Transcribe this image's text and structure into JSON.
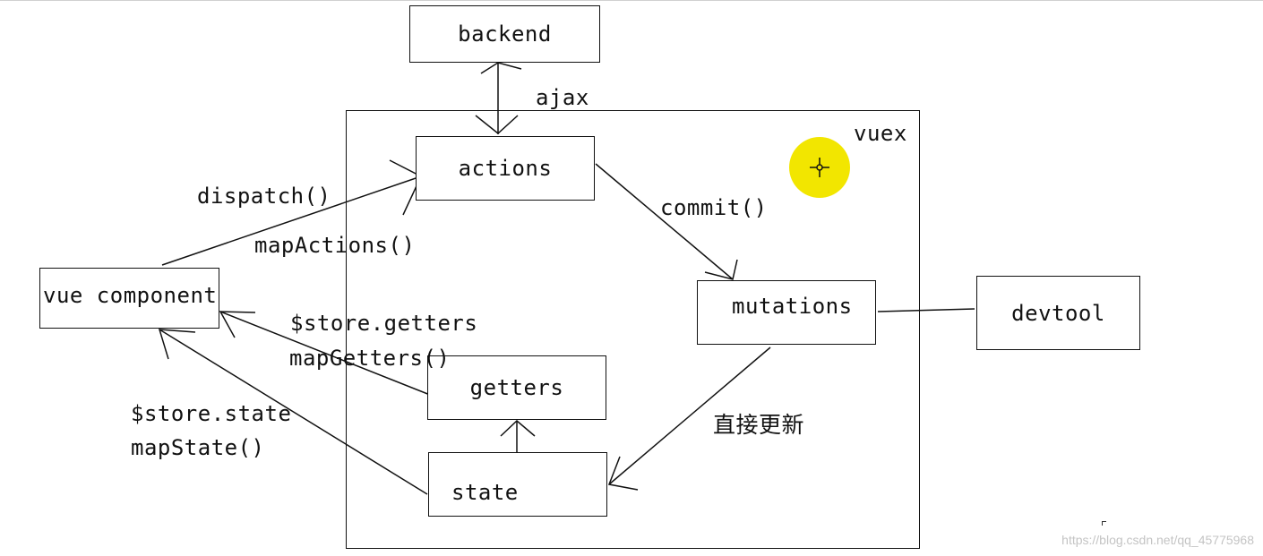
{
  "diagram": {
    "container_label": "vuex",
    "nodes": {
      "backend": "backend",
      "actions": "actions",
      "mutations": "mutations",
      "getters": "getters",
      "state": "state",
      "vue_component": "vue component",
      "devtool": "devtool"
    },
    "edge_labels": {
      "ajax": "ajax",
      "dispatch": "dispatch()",
      "map_actions": "mapActions()",
      "commit": "commit()",
      "store_getters": "$store.getters",
      "map_getters": "mapGetters()",
      "store_state": "$store.state",
      "map_state": "mapState()",
      "direct_update": "直接更新"
    }
  },
  "watermark": "https://blog.csdn.net/qq_45775968",
  "colors": {
    "line": "#111111",
    "cursor_highlight": "#f2e600",
    "watermark": "#c4c4c4"
  },
  "icons": {
    "cursor": "crosshair-cursor-icon"
  }
}
